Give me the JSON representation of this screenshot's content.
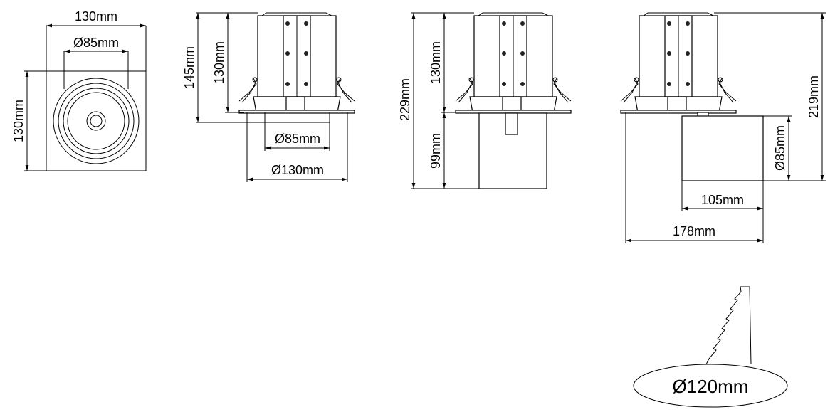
{
  "top_view": {
    "width": "130mm",
    "inner_diameter": "Ø85mm",
    "height": "130mm"
  },
  "front_view": {
    "total_height": "145mm",
    "body_height": "130mm",
    "inner_diameter": "Ø85mm",
    "outer_diameter": "Ø130mm"
  },
  "side_view": {
    "total_height": "229mm",
    "body_height": "130mm",
    "head_height": "99mm"
  },
  "tilted_view": {
    "total_height": "219mm",
    "head_diameter": "Ø85mm",
    "head_length": "105mm",
    "total_width": "178mm"
  },
  "cutout": {
    "diameter": "Ø120mm"
  }
}
